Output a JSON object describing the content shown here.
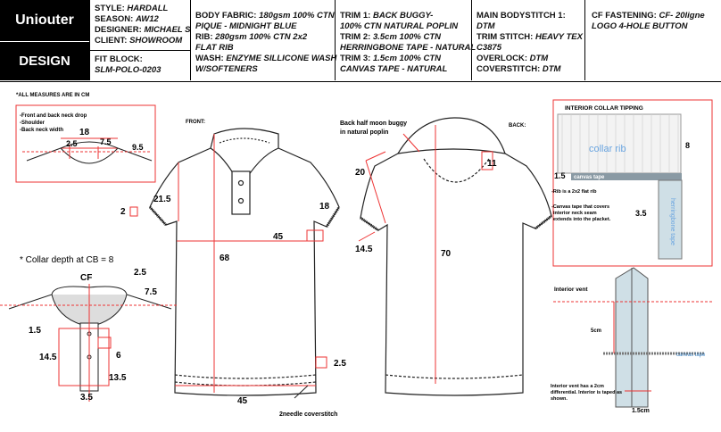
{
  "brand": {
    "name": "Uniouter",
    "design": "DESIGN"
  },
  "info": {
    "style_label": "STYLE:",
    "style": "HARDALL",
    "season_label": "SEASON:",
    "season": "AW12",
    "designer_label": "DESIGNER:",
    "designer": "MICHAEL S",
    "client_label": "CLIENT:",
    "client": "SHOWROOM",
    "fit_label": "FIT BLOCK:",
    "fit": "SLM-POLO-0203"
  },
  "fabric": {
    "body_label": "BODY FABRIC:",
    "body": "180gsm 100% CTN",
    "body2": "PIQUE - MIDNIGHT BLUE",
    "rib_label": "RIB:",
    "rib": "280gsm 100% CTN 2x2",
    "rib2": "FLAT RIB",
    "wash_label": "WASH:",
    "wash": "ENZYME SILLICONE WASH",
    "wash2": "W/SOFTENERS"
  },
  "trims": {
    "t1_label": "TRIM 1:",
    "t1": "BACK BUGGY-",
    "t1b": "100% CTN NATURAL POPLIN",
    "t2_label": "TRIM 2:",
    "t2": "3.5cm 100% CTN",
    "t2b": "HERRINGBONE TAPE - NATURAL",
    "t3_label": "TRIM 3:",
    "t3": "1.5cm 100% CTN",
    "t3b": "CANVAS TAPE - NATURAL"
  },
  "stitch": {
    "main_label": "MAIN BODYSTITCH 1:",
    "main": "DTM",
    "trim_label": "TRIM STITCH:",
    "trim": "HEAVY TEX",
    "trim2": "C3875",
    "overlock_label": "OVERLOCK:",
    "overlock": "DTM",
    "cover_label": "COVERSTITCH:",
    "cover": "DTM"
  },
  "fastening": {
    "label": "CF FASTENING:",
    "value": "CF- 20ligne",
    "logo": "LOGO 4-HOLE BUTTON"
  },
  "notes": {
    "measures": "*ALL MEASURES ARE IN CM",
    "front": "FRONT:",
    "back": "BACK:",
    "neck_notes": [
      "-Front and back neck drop",
      "-Shoulder",
      "-Back neck width"
    ],
    "back_buggy": [
      "Back half moon buggy",
      "in natural poplin"
    ],
    "collar_depth": "* Collar depth at CB = 8",
    "cf": "CF",
    "coverstitch": "2needle coverstitch",
    "interior_collar": "INTERIOR COLLAR TIPPING",
    "collar_rib": "collar rib",
    "canvas_tape": "canvas tape",
    "herringbone": "herringbone tape",
    "rib_note": "-Rib is a 2x2 flat rib",
    "canvas_note": [
      "-Canvas tape that covers",
      "interior neck seam",
      "extends into the placket."
    ],
    "interior_vent": "Interior vent",
    "vent_5cm": "5cm",
    "vent_canvas": "canvas tape",
    "vent_note": [
      "Interior vent has a 2cm",
      "differential. Interior is taped as",
      "shown."
    ],
    "vent_15": "1.5cm"
  },
  "measures": {
    "neck_18": "18",
    "neck_25": "2.5",
    "neck_75": "7.5",
    "neck_95": "9.5",
    "sleeve_215": "21.5",
    "sleeve_2": "2",
    "sleeve_18": "18",
    "chest_45": "45",
    "length_68": "68",
    "hem_25": "2.5",
    "hem_45": "45",
    "back_20": "20",
    "back_11": "11",
    "back_145": "14.5",
    "back_70": "70",
    "collar_25": "2.5",
    "collar_75": "7.5",
    "collar_15": "1.5",
    "collar_145": "14.5",
    "collar_6": "6",
    "collar_135": "13.5",
    "collar_35": "3.5",
    "int_8": "8",
    "int_15": "1.5",
    "int_35": "3.5"
  }
}
